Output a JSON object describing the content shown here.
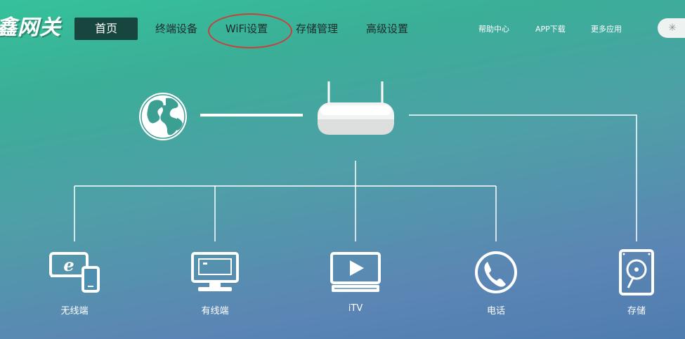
{
  "app": {
    "logo_text": "鑫网关"
  },
  "nav": {
    "home": "首页",
    "terminal": "终端设备",
    "wifi": "WiFi设置",
    "storage": "存储管理",
    "advanced": "高级设置"
  },
  "top_links": {
    "help": "帮助中心",
    "app_download": "APP下载",
    "more_apps": "更多应用"
  },
  "highlight": {
    "target": "wifi-settings",
    "color": "#c9403b"
  },
  "devices": [
    {
      "name": "wireless",
      "label": "无线端",
      "icon": "wireless-devices-icon"
    },
    {
      "name": "wired",
      "label": "有线端",
      "icon": "wired-monitor-icon"
    },
    {
      "name": "itv",
      "label": "iTV",
      "icon": "itv-icon"
    },
    {
      "name": "phone",
      "label": "电话",
      "icon": "phone-icon"
    },
    {
      "name": "storage",
      "label": "存储",
      "icon": "storage-disk-icon"
    }
  ],
  "icons": {
    "internet": "globe-icon",
    "gateway": "router-icon",
    "loading": "spinner-icon"
  }
}
